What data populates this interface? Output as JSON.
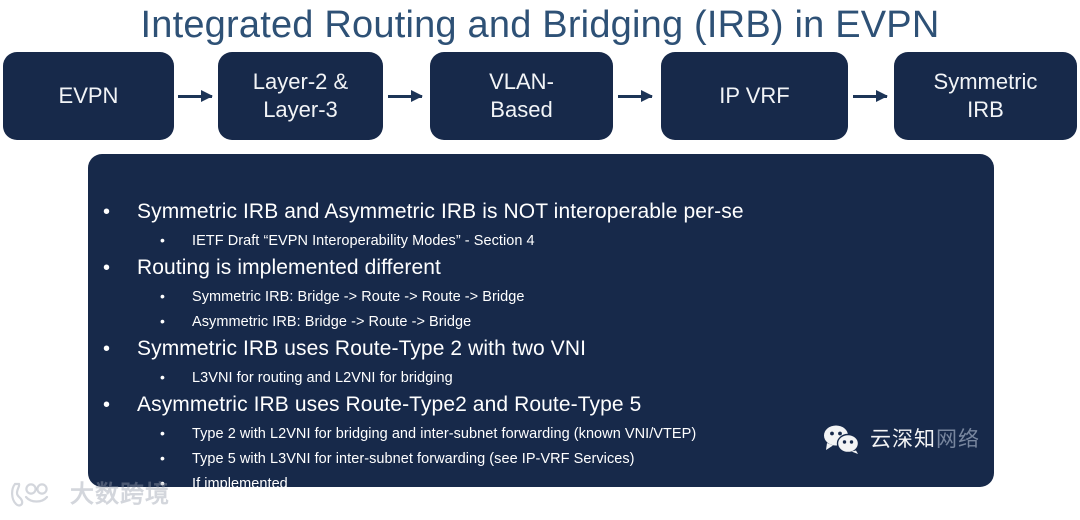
{
  "slide": {
    "title": "Integrated Routing and Bridging (IRB) in EVPN",
    "title_color": "#2e5176",
    "panel_color": "#17294a",
    "box_color": "#17294a",
    "text_color": "#ffffff"
  },
  "flow": {
    "boxes": [
      {
        "label": "EVPN"
      },
      {
        "label": "Layer-2 &\nLayer-3"
      },
      {
        "label": "VLAN-\nBased"
      },
      {
        "label": "IP VRF"
      },
      {
        "label": "Symmetric\nIRB"
      }
    ],
    "arrow_count": 4
  },
  "content": {
    "bullets": [
      {
        "level": 1,
        "marker": "•",
        "text": "Symmetric IRB and Asymmetric IRB is NOT interoperable per-se"
      },
      {
        "level": 2,
        "marker": "•",
        "text": "IETF Draft “EVPN Interoperability Modes” - Section 4"
      },
      {
        "level": 1,
        "marker": "•",
        "text": "Routing is implemented different"
      },
      {
        "level": 2,
        "marker": "•",
        "text": "Symmetric IRB: Bridge -> Route -> Route -> Bridge"
      },
      {
        "level": 2,
        "marker": "•",
        "text": "Asymmetric IRB: Bridge -> Route -> Bridge"
      },
      {
        "level": 1,
        "marker": "•",
        "text": "Symmetric IRB uses Route-Type 2 with two VNI"
      },
      {
        "level": 2,
        "marker": "•",
        "text": "L3VNI for routing and L2VNI for bridging"
      },
      {
        "level": 1,
        "marker": "•",
        "text": "Asymmetric IRB uses Route-Type2 and Route-Type 5"
      },
      {
        "level": 2,
        "marker": "•",
        "text": "Type 2 with L2VNI for bridging and inter-subnet forwarding (known VNI/VTEP)"
      },
      {
        "level": 2,
        "marker": "•",
        "text": "Type 5 with L3VNI for inter-subnet forwarding (see IP-VRF Services)"
      },
      {
        "level": 2,
        "marker": "•",
        "text": "If implemented"
      }
    ]
  },
  "watermarks": {
    "wechat": {
      "icon": "wechat-icon",
      "text_bright": "云深知",
      "text_dim": "网络"
    },
    "brand": {
      "icon": "brand-logo-icon",
      "text": "大数跨境"
    }
  }
}
